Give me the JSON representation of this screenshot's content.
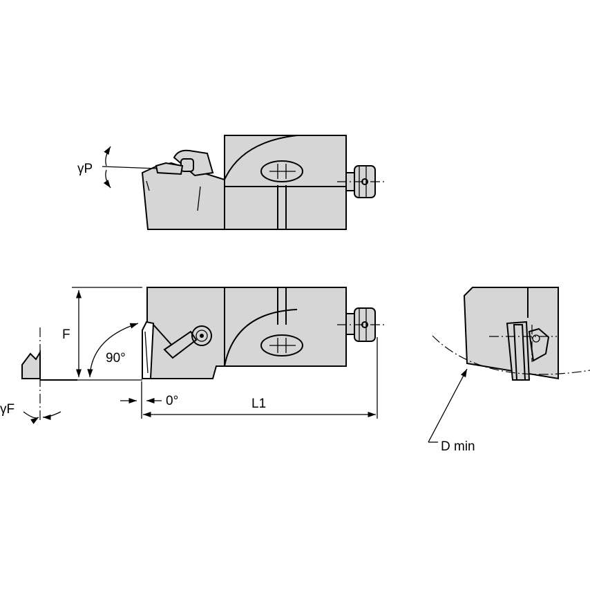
{
  "labels": {
    "rake_angle_p": "γP",
    "rake_angle_f": "γF",
    "height": "F",
    "angle_90": "90°",
    "angle_0": "0°",
    "length": "L1",
    "min_diameter": "D min"
  },
  "colors": {
    "body": "#d6d6d6",
    "line": "#000000",
    "background": "#ffffff"
  }
}
